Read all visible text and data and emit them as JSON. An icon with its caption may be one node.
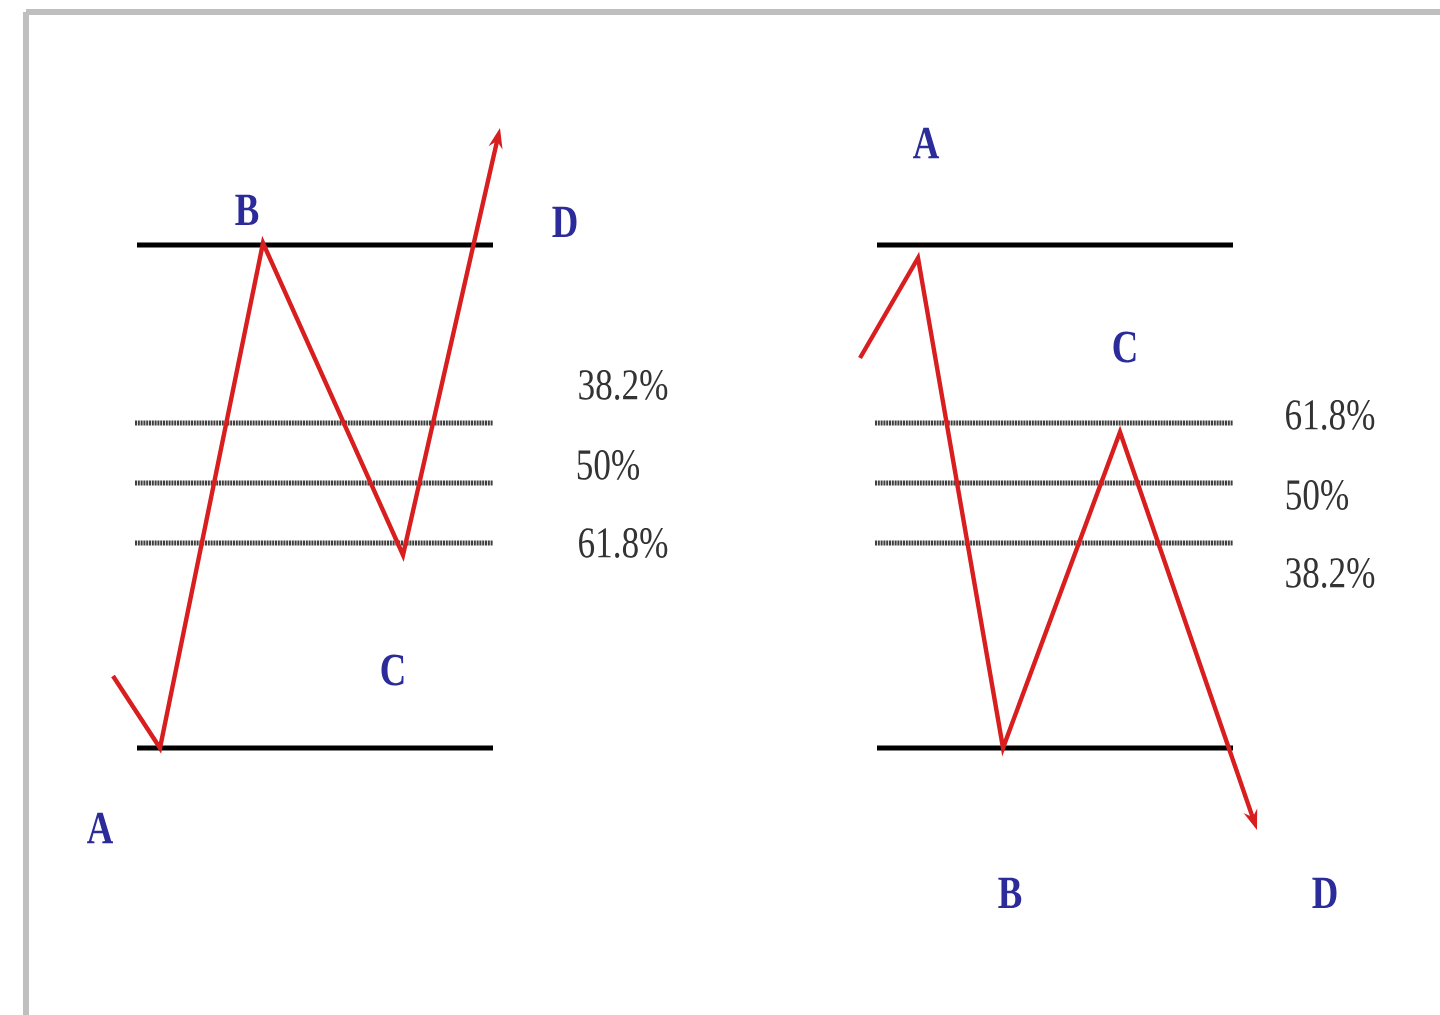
{
  "diagram": {
    "labels": [
      "A",
      "B",
      "C",
      "D",
      "38.2%",
      "50%",
      "61.8%",
      "A",
      "B",
      "C",
      "D",
      "61.8%",
      "50%",
      "38.2%"
    ]
  }
}
